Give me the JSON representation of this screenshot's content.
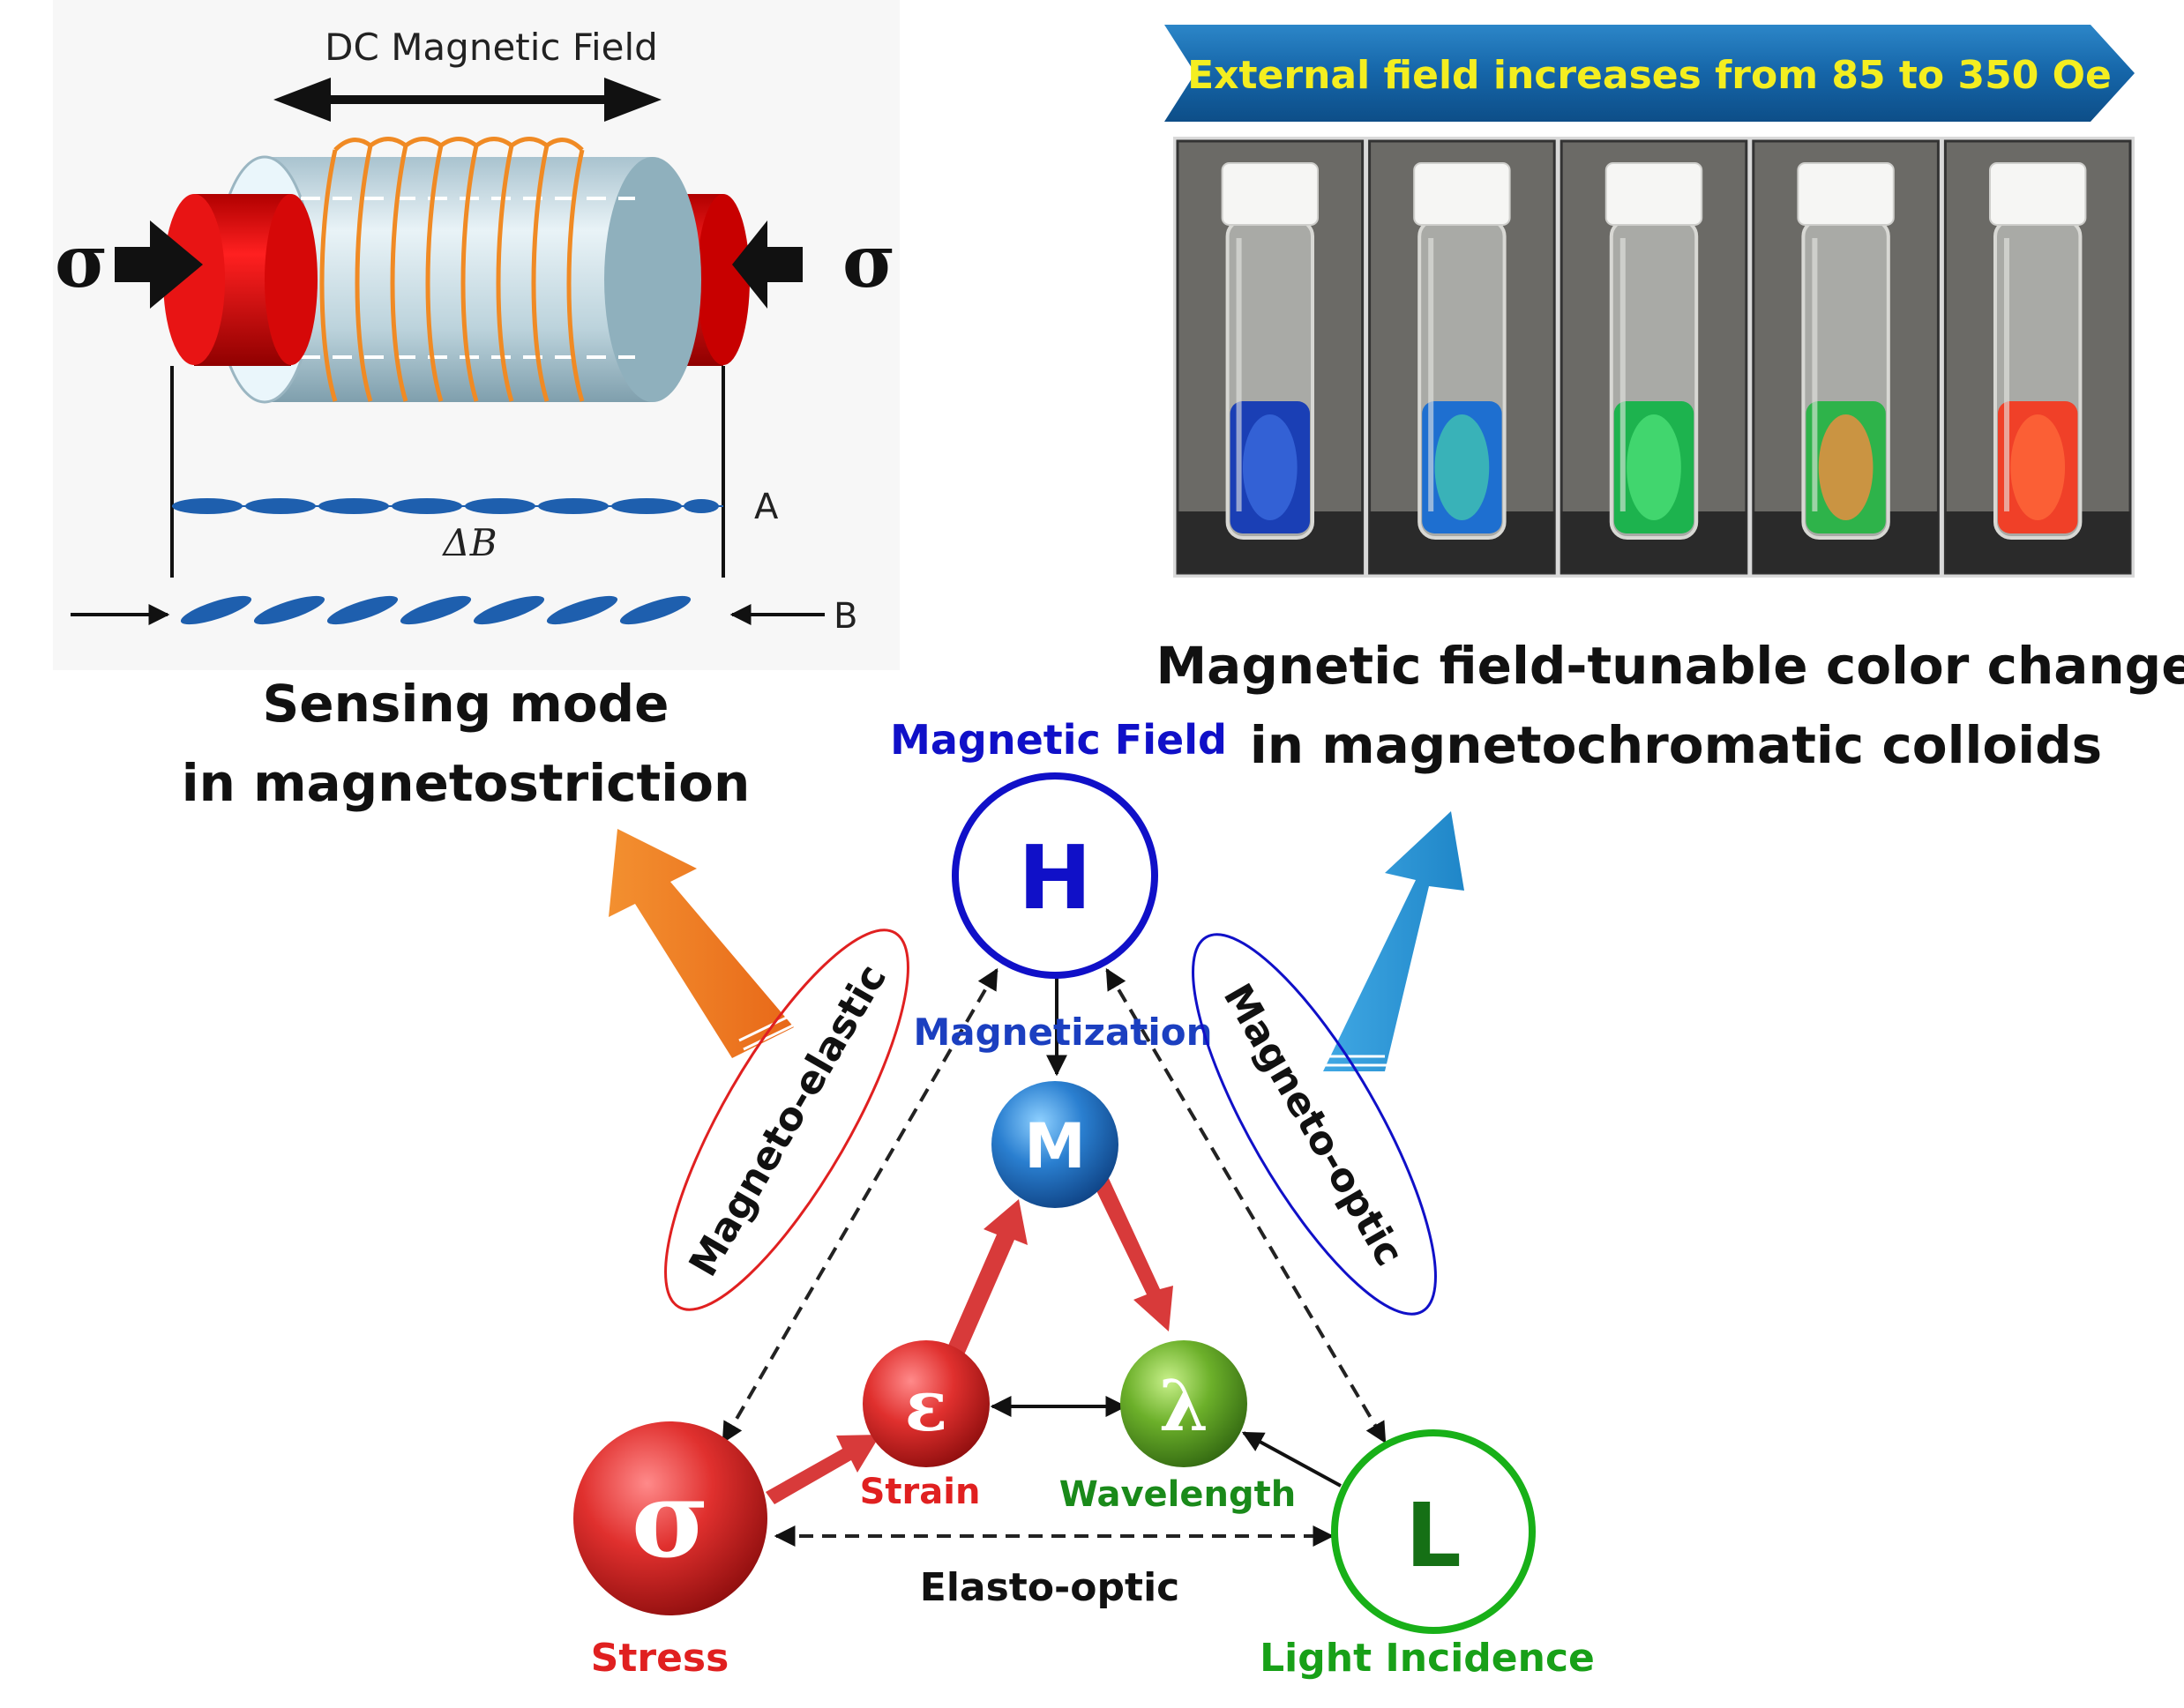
{
  "magnetostriction_panel": {
    "field_label": "DC Magnetic Field",
    "stress_symbol": "σ",
    "delta_label": "ΔB",
    "label_a": "A",
    "label_b": "B",
    "caption_line1": "Sensing mode",
    "caption_line2": "in magnetostriction"
  },
  "colloid_panel": {
    "banner_text": "External field increases from 85 to 350 Oe",
    "caption_line1": "Magnetic field-tunable color change",
    "caption_line2": "in magnetochromatic colloids",
    "vials": [
      {
        "liquid_color": "#1a3fb5",
        "highlight_color": "#3c6ee0"
      },
      {
        "liquid_color": "#1e6fd0",
        "highlight_color": "#43c8b0"
      },
      {
        "liquid_color": "#1db34e",
        "highlight_color": "#4ee27a"
      },
      {
        "liquid_color": "#2eb34a",
        "highlight_color": "#ff8a40"
      },
      {
        "liquid_color": "#f04028",
        "highlight_color": "#ff6a3a"
      }
    ]
  },
  "triangle": {
    "h": {
      "symbol": "H",
      "label": "Magnetic Field",
      "color": "#1010c8"
    },
    "m": {
      "symbol": "M",
      "label": "Magnetization",
      "color": "#1e6cc4"
    },
    "sigma": {
      "symbol": "σ",
      "label": "Stress",
      "color": "#e02020"
    },
    "epsilon": {
      "symbol": "ε",
      "label": "Strain",
      "color": "#e02020"
    },
    "lambda": {
      "symbol": "λ",
      "label": "Wavelength",
      "color": "#1a8a1a"
    },
    "l": {
      "symbol": "L",
      "label": "Light Incidence",
      "color": "#18a018"
    },
    "magneto_elastic": "Magneto-elastic",
    "magneto_optic": "Magneto-optic",
    "elasto_optic": "Elasto-optic"
  },
  "colors": {
    "red_arrow": "#d83a3a",
    "orange_arrow": "#f07820",
    "blue_arrow": "#2f9ad8",
    "banner": "#1565a8",
    "banner_text": "#f4ee20"
  }
}
